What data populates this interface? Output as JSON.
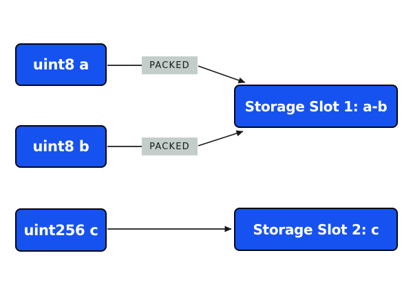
{
  "diagram": {
    "variables": [
      {
        "label": "uint8 a"
      },
      {
        "label": "uint8 b"
      },
      {
        "label": "uint256 c"
      }
    ],
    "packed_badges": [
      {
        "label": "PACKED"
      },
      {
        "label": "PACKED"
      }
    ],
    "slots": [
      {
        "label": "Storage Slot 1: a-b"
      },
      {
        "label": "Storage Slot 2: c"
      }
    ],
    "colors": {
      "node_fill": "#1652f0",
      "node_border": "#05070e",
      "node_text": "#ffffff",
      "packed_fill": "#c3cdc9",
      "packed_text": "#16181a",
      "arrow": "#16181a",
      "background": "#ffffff"
    }
  }
}
